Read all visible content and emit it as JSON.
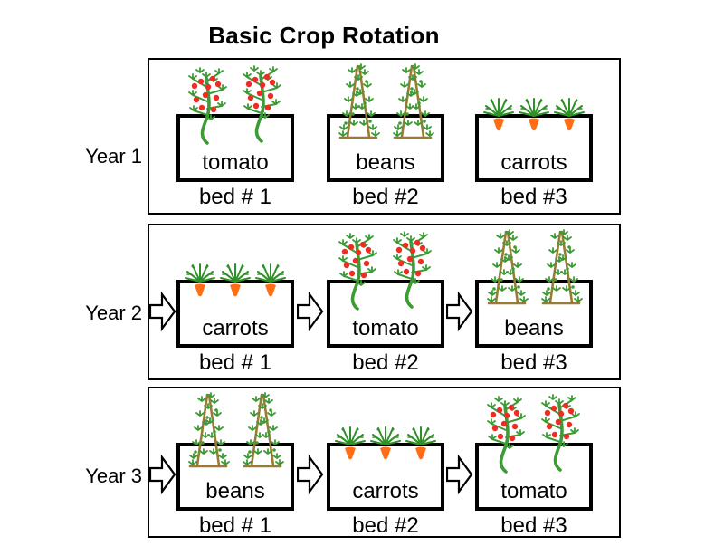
{
  "title": "Basic Crop Rotation",
  "colors": {
    "foliage_green": "#3d9b35",
    "carrot_top_green": "#2e9127",
    "tomato_red": "#ed2d24",
    "carrot_orange": "#ff6d17",
    "trellis_tan": "#9a7b33",
    "outline_black": "#000000",
    "arrow_fill_white": "#ffffff",
    "background": "#ffffff"
  },
  "rows": [
    {
      "year_label": "Year 1",
      "has_arrows": false,
      "beds": [
        {
          "crop": "tomato",
          "bed_label": "bed # 1",
          "plant_icon": "tomato-plants",
          "plant_count": 2
        },
        {
          "crop": "beans",
          "bed_label": "bed #2",
          "plant_icon": "bean-plants",
          "plant_count": 2
        },
        {
          "crop": "carrots",
          "bed_label": "bed #3",
          "plant_icon": "carrot-plants",
          "plant_count": 3
        }
      ]
    },
    {
      "year_label": "Year 2",
      "has_arrows": true,
      "beds": [
        {
          "crop": "carrots",
          "bed_label": "bed # 1",
          "plant_icon": "carrot-plants",
          "plant_count": 3
        },
        {
          "crop": "tomato",
          "bed_label": "bed #2",
          "plant_icon": "tomato-plants",
          "plant_count": 2
        },
        {
          "crop": "beans",
          "bed_label": "bed #3",
          "plant_icon": "bean-plants",
          "plant_count": 2
        }
      ]
    },
    {
      "year_label": "Year 3",
      "has_arrows": true,
      "beds": [
        {
          "crop": "beans",
          "bed_label": "bed # 1",
          "plant_icon": "bean-plants",
          "plant_count": 2
        },
        {
          "crop": "carrots",
          "bed_label": "bed #2",
          "plant_icon": "carrot-plants",
          "plant_count": 3
        },
        {
          "crop": "tomato",
          "bed_label": "bed #3",
          "plant_icon": "tomato-plants",
          "plant_count": 2
        }
      ]
    }
  ]
}
